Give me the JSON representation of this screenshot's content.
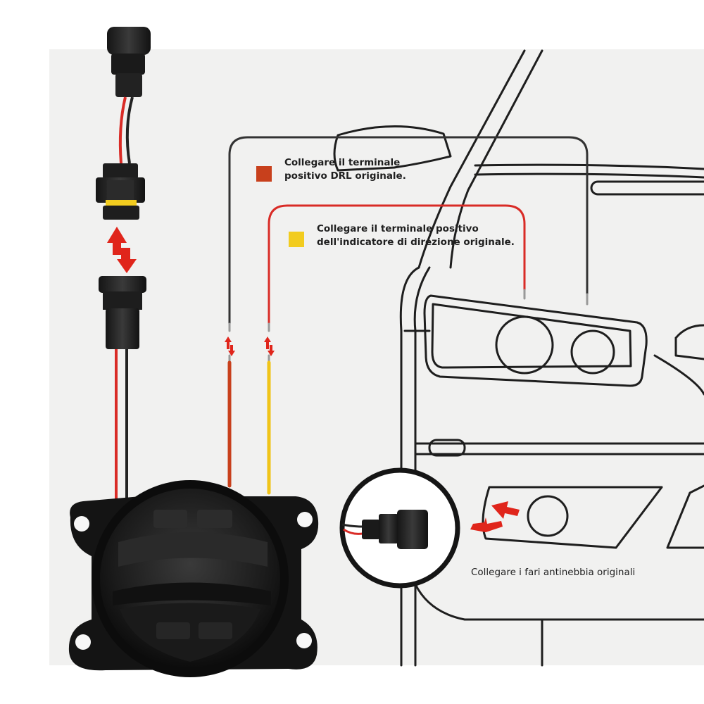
{
  "labels": {
    "drl": {
      "line1": "Collegare il terminale",
      "line2": "positivo DRL originale."
    },
    "indicator": {
      "line1": "Collegare il terminale positivo",
      "line2": "dell'indicatore di direzione originale."
    },
    "fog": "Collegare i fari antinebbia originali"
  },
  "colors": {
    "drl_swatch": "#c8401c",
    "indicator_swatch": "#f2cc1f",
    "arrow": "#e0251b",
    "wire_red": "#d92b26",
    "wire_yellow": "#f0c419",
    "wire_black": "#333333",
    "background_panel": "#f1f1f0"
  },
  "icons": [
    "h11-connector-icon",
    "swap-arrow-icon",
    "fog-light-icon",
    "car-outline-icon"
  ]
}
